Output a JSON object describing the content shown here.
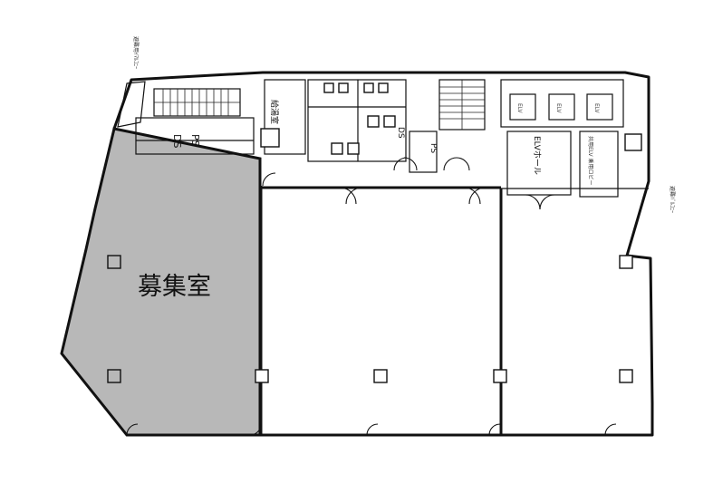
{
  "rooms": {
    "vacant_room": "募集室",
    "elv_hall": "ELVホール",
    "shared_lobby": "共用ELV\n乗用ロビー",
    "ps_1": "PS",
    "ds_1": "DS",
    "ps_2": "PS",
    "ds_2": "DS",
    "pantry": "給湯室",
    "elv_1": "ELV",
    "elv_2": "ELV",
    "elv_3": "ELV"
  },
  "annotations": {
    "top_left_balcony": "避難用ｲﾏﾙｺﾆｰ",
    "right_balcony": "避難ﾊﾞﾙｺﾆｰ"
  },
  "colors": {
    "vacant_fill": "#b8b8b8",
    "line": "#111111"
  }
}
